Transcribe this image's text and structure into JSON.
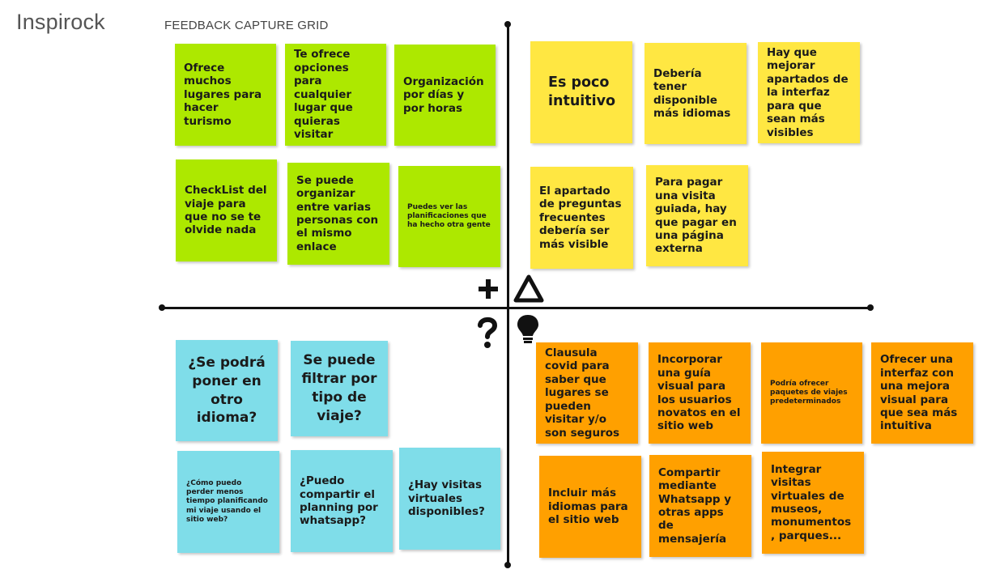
{
  "app": {
    "title": "Inspirock"
  },
  "grid": {
    "title": "FEEDBACK CAPTURE GRID",
    "symbols": {
      "plus": "plus-icon",
      "delta": "triangle-icon",
      "question": "question-icon",
      "idea": "lightbulb-icon"
    }
  },
  "colors": {
    "likes": "#ade800",
    "criticisms": "#ffe742",
    "questions": "#7fdde9",
    "ideas": "#ffa000",
    "axis": "#111111"
  },
  "quadrants": {
    "likes": [
      "Ofrece muchos lugares para hacer turismo",
      "Te ofrece opciones para cualquier lugar que quieras visitar",
      "Organización por días y por horas",
      "CheckList del viaje para que no se te olvide nada",
      "Se puede organizar entre varias personas con el mismo enlace",
      "Puedes ver las planificaciones que ha hecho otra gente"
    ],
    "criticisms": [
      "Es poco intuitivo",
      "Debería tener disponible más idiomas",
      "Hay que mejorar apartados de la interfaz para que sean más visibles",
      "El apartado de preguntas frecuentes debería ser más visible",
      "Para pagar una visita guiada, hay que pagar en una página externa"
    ],
    "questions": [
      "¿Se podrá poner en otro idioma?",
      "Se puede filtrar por tipo de viaje?",
      "¿Cómo puedo perder menos tiempo planificando mi viaje usando el sitio web?",
      "¿Puedo compartir el planning por whatsapp?",
      "¿Hay visitas virtuales disponibles?"
    ],
    "ideas": [
      "Clausula covid para saber que lugares se pueden visitar y/o son seguros",
      "Incorporar una guía visual para los usuarios novatos en el sitio web",
      "Podría ofrecer paquetes de viajes predeterminados",
      "Ofrecer una interfaz con una mejora visual para que sea más intuitiva",
      "Incluir más idiomas para el sitio web",
      "Compartir mediante Whatsapp y otras apps de mensajería",
      "Integrar visitas virtuales de museos, monumentos, parques..."
    ]
  }
}
